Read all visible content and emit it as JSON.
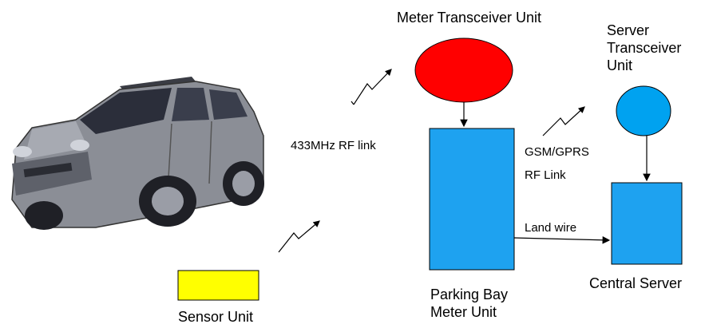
{
  "labels": {
    "meter_transceiver": "Meter Transceiver Unit",
    "server_transceiver_1": "Server",
    "server_transceiver_2": "Transceiver",
    "server_transceiver_3": "Unit",
    "rf_link_433": "433MHz RF link",
    "gsm_gprs": "GSM/GPRS",
    "rf_link": "RF Link",
    "land_wire": "Land wire",
    "sensor_unit": "Sensor Unit",
    "parking_bay_1": "Parking Bay",
    "parking_bay_2": "Meter Unit",
    "central_server": "Central Server"
  },
  "colors": {
    "meter_transceiver_fill": "#ff0000",
    "server_transceiver_fill": "#00a2f0",
    "parking_bay_fill": "#1ea2f0",
    "central_server_fill": "#1ea2f0",
    "sensor_fill": "#ffff00",
    "car_body": "#8b8e96",
    "car_window": "#2b2e3a"
  },
  "icons": {
    "car": "suv-car-icon",
    "wireless": "lightning-link-icon"
  }
}
